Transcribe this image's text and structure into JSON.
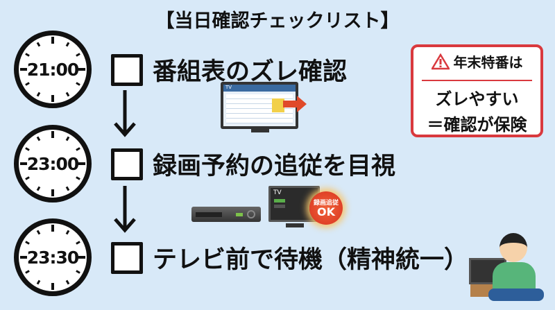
{
  "title": "【当日確認チェックリスト】",
  "steps": [
    {
      "time": "21:00",
      "label": "番組表のズレ確認",
      "checked": false
    },
    {
      "time": "23:00",
      "label": "録画予約の追従を目視",
      "checked": false
    },
    {
      "time": "23:30",
      "label": "テレビ前で待機（精神統一）",
      "checked": false
    }
  ],
  "warning": {
    "icon": "warning-triangle-icon",
    "line1": "年末特番は",
    "line2": "ズレやすい",
    "line3": "＝確認が保険",
    "color": "#d9393e"
  },
  "illustrations": {
    "tv_label": "TV",
    "tv2_label": "TV",
    "badge_line1": "録画追従",
    "badge_line2": "OK"
  },
  "colors": {
    "background": "#d8e9f8",
    "badge": "#e23b2a"
  }
}
